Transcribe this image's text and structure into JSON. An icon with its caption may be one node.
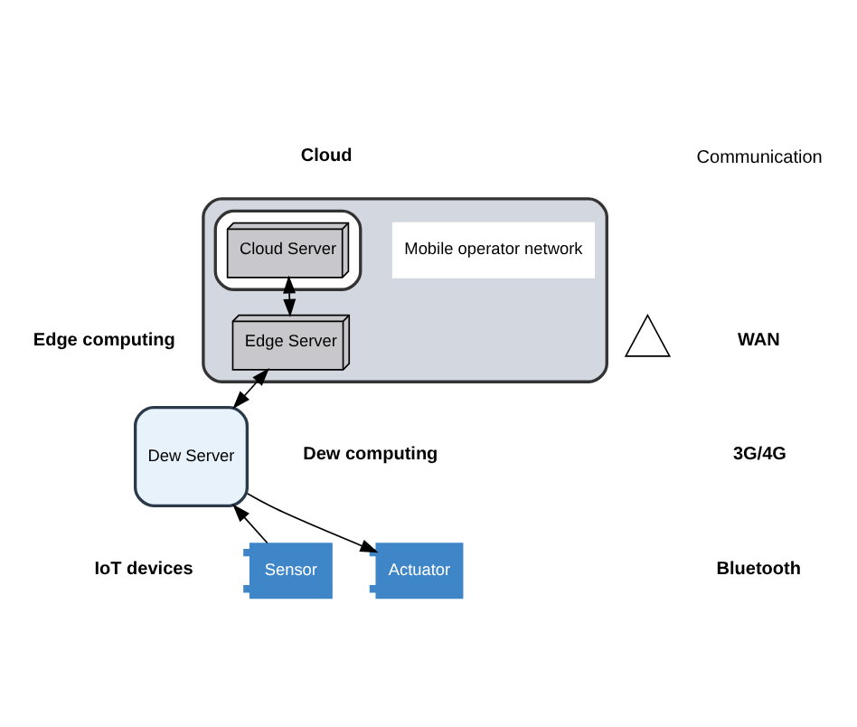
{
  "diagram": {
    "nodes": [
      {
        "text": [],
        "shape": "cloud"
      },
      {
        "text": [],
        "shape": "cloud",
        "in": 0
      },
      {
        "text": [
          "Cloud Server"
        ],
        "in": 1
      },
      {
        "text": [
          "Edge Server"
        ],
        "in": 0
      },
      {
        "text": [
          "Mobile operator network"
        ],
        "in": 0
      },
      {
        "text": [],
        "shape": "tower"
      },
      {
        "text": [
          "Dew Server"
        ]
      },
      {
        "text": [
          "Sensor"
        ]
      },
      {
        "text": [
          "Actuator"
        ]
      }
    ],
    "edges": [
      {
        "from": 3,
        "to": 2,
        "arrow": "both"
      },
      {
        "from": 3,
        "to": 6,
        "arrow": "both"
      },
      {
        "from": 7,
        "to": 6,
        "arrow": "to"
      },
      {
        "from": 6,
        "to": 8,
        "arrow": "to"
      }
    ],
    "labels": [
      "Cloud",
      "Communication",
      "WAN",
      "Edge computing",
      "3G/4G",
      "Dew computing",
      "Bluetooth",
      "IoT devices"
    ]
  }
}
